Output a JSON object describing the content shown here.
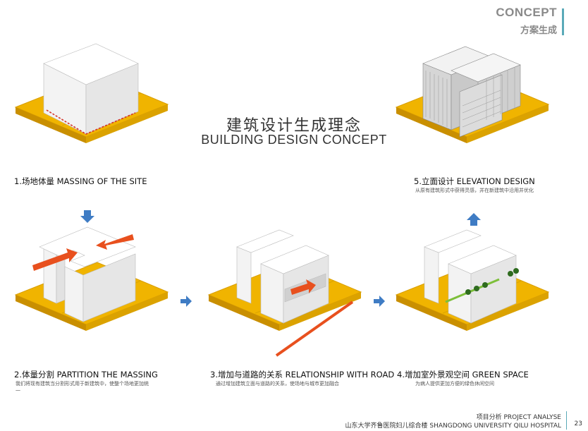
{
  "header": {
    "concept_en": "CONCEPT",
    "concept_cn": "方案生成"
  },
  "title": {
    "cn": "建筑设计生成理念",
    "en": "BUILDING DESIGN CONCEPT"
  },
  "steps": [
    {
      "title": "1.场地体量 MASSING OF THE SITE",
      "desc": ""
    },
    {
      "title": "2.体量分割  PARTITION THE MASSING",
      "desc": "我们将现有建筑当分割形式用于新建筑中，使整个场地更加统一"
    },
    {
      "title": "3.增加与道路的关系 RELATIONSHIP WITH ROAD",
      "desc": "通过增加建筑立面与道路的关系，使场地与城市更加融合"
    },
    {
      "title": "4.增加室外景观空间 GREEN SPACE",
      "desc": "为病人提供更加方便的绿色休闲空间"
    },
    {
      "title": "5.立面设计 ELEVATION DESIGN",
      "desc": "从原有建筑形式中获得灵感，并在新建筑中沿用并优化"
    }
  ],
  "footer": {
    "section": "项目分析 PROJECT ANALYSE",
    "project": "山东大学齐鲁医院妇儿综合楼 SHANGDONG UNIVERSITY QILU HOSPITAL",
    "page": "23"
  },
  "colors": {
    "site": "#f0b400",
    "site_dark": "#c98f00",
    "mass_top": "#ffffff",
    "mass_side": "#dedede",
    "mass_shade": "#c8c8c8",
    "arrow_blue": "#3f7cc4",
    "arrow_red": "#e8501e",
    "accent": "#5aaab8"
  }
}
